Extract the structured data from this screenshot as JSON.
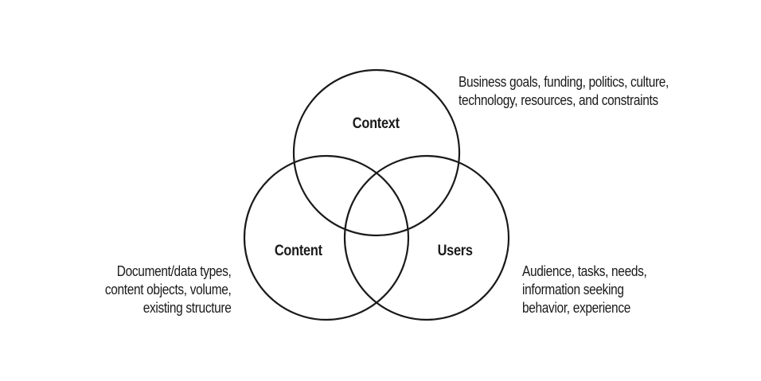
{
  "circles": {
    "context": {
      "label": "Context"
    },
    "content": {
      "label": "Content"
    },
    "users": {
      "label": "Users"
    }
  },
  "notes": {
    "context": [
      "Business goals, funding, politics, culture,",
      "technology, resources, and constraints"
    ],
    "content": [
      "Document/data types,",
      "content objects, volume,",
      "existing structure"
    ],
    "users": [
      "Audience, tasks, needs,",
      "information seeking",
      "behavior, experience"
    ]
  },
  "colors": {
    "stroke": "#1a1a1a",
    "background": "#ffffff"
  }
}
